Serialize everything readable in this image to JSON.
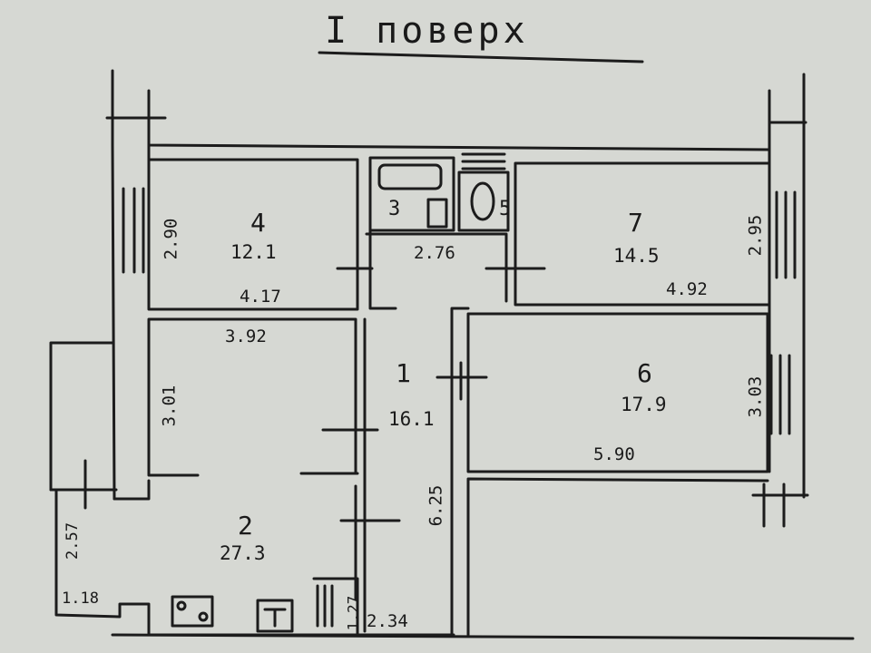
{
  "title": "I поверх",
  "rooms": [
    {
      "id": "1",
      "number": "1",
      "area": "16.1",
      "dims": [
        "6.25"
      ]
    },
    {
      "id": "2",
      "number": "2",
      "area": "27.3",
      "dims": [
        "3.92",
        "3.01",
        "2.57",
        "1.18"
      ]
    },
    {
      "id": "3",
      "number": "3",
      "area": "",
      "dims": [
        "2.76"
      ]
    },
    {
      "id": "4",
      "number": "4",
      "area": "12.1",
      "dims": [
        "2.90",
        "4.17"
      ]
    },
    {
      "id": "5",
      "number": "5",
      "area": "",
      "dims": []
    },
    {
      "id": "6",
      "number": "6",
      "area": "17.9",
      "dims": [
        "5.90",
        "3.03"
      ]
    },
    {
      "id": "7",
      "number": "7",
      "area": "14.5",
      "dims": [
        "2.95",
        "4.92"
      ]
    }
  ],
  "extra_dims": [
    "1.27",
    "2.34"
  ],
  "fixtures": [
    "bathtub",
    "toilet",
    "sink",
    "stove",
    "fridge",
    "radiator"
  ]
}
